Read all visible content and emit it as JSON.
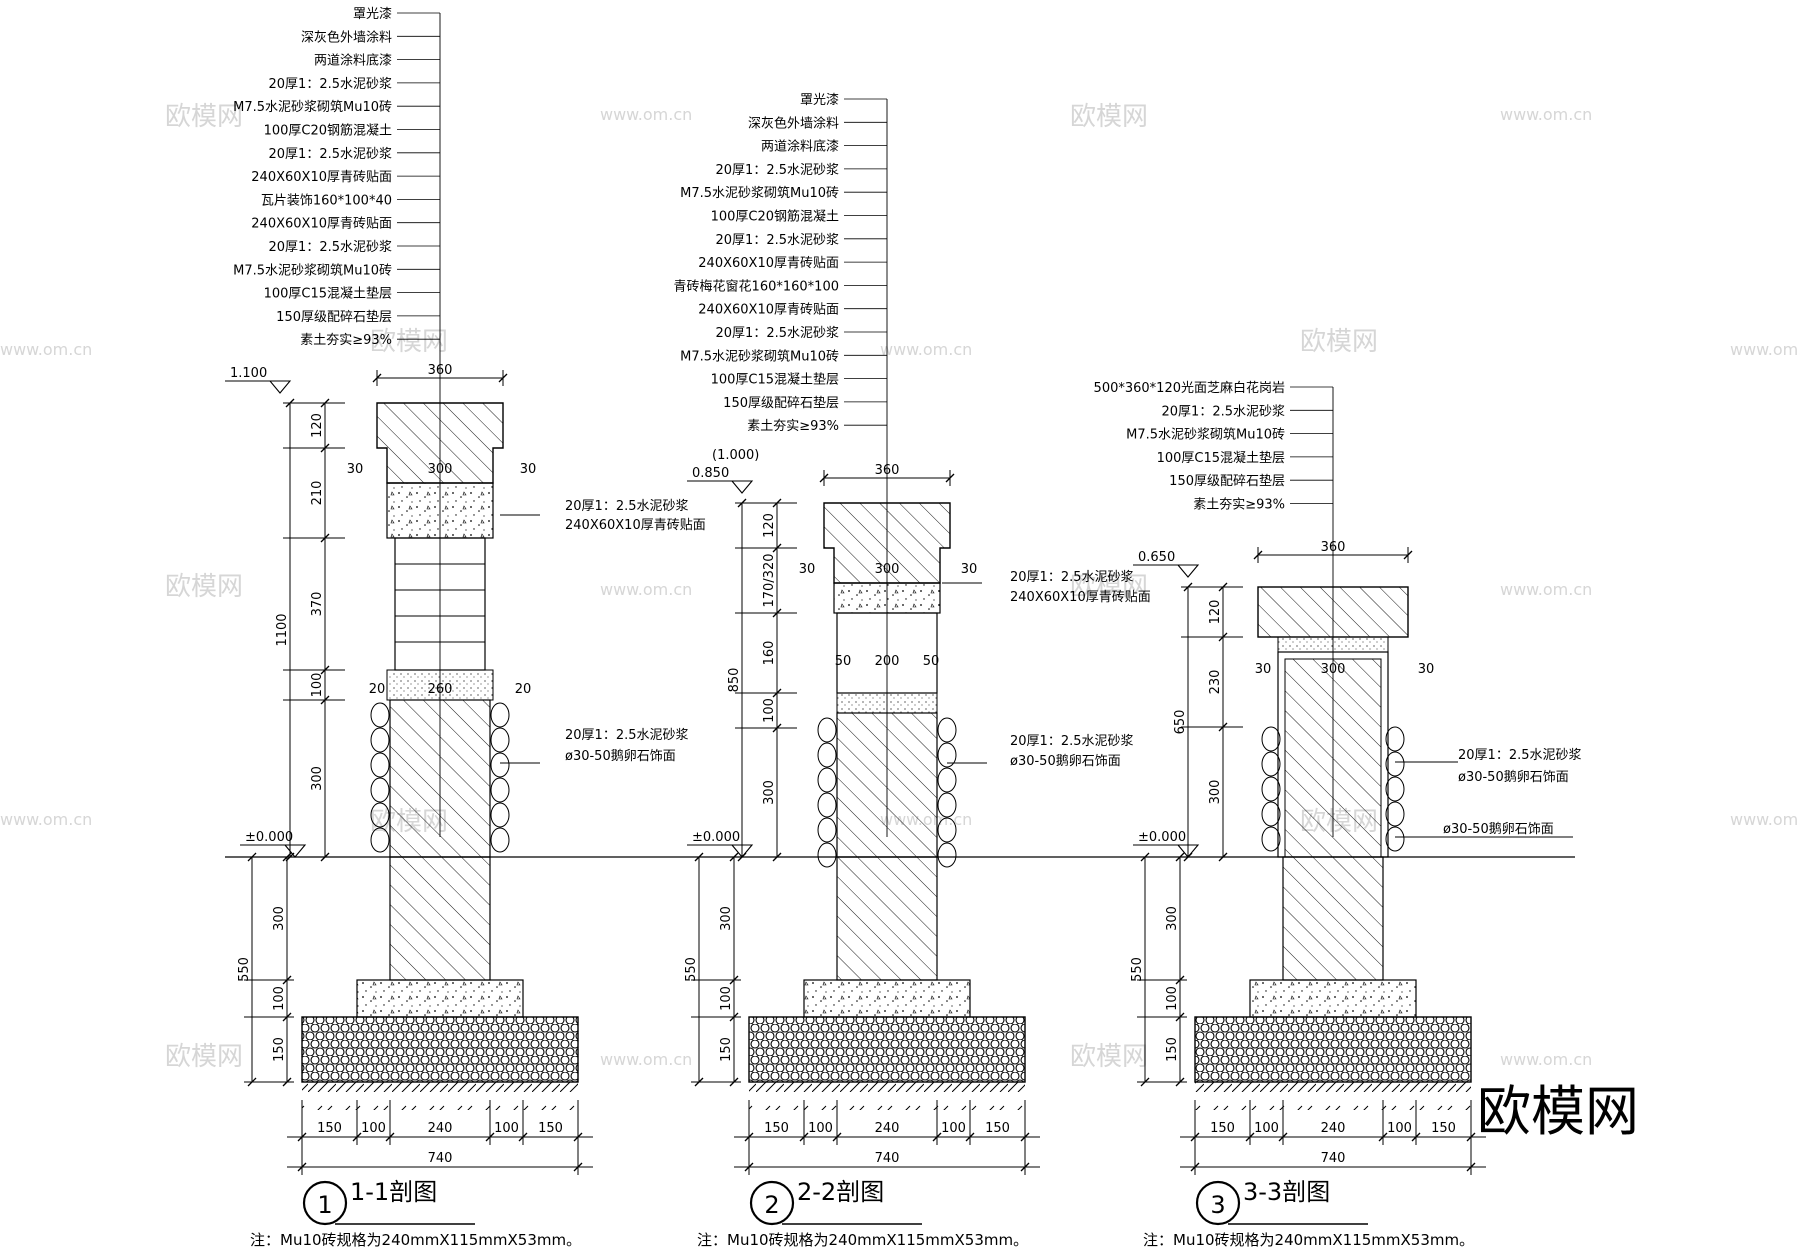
{
  "sections": [
    {
      "id": "s1",
      "title": "1-1剖图",
      "circle_num": "1",
      "note": "注：Mu10砖规格为240mmX115mmX53mm。",
      "top_elev": "1.100",
      "ground_elev": "±0.000",
      "labels": [
        "罩光漆",
        "深灰色外墙涂料",
        "两道涂料底漆",
        "20厚1：2.5水泥砂浆",
        "M7.5水泥砂浆砌筑Mu10砖",
        "100厚C20钢筋混凝土",
        "20厚1：2.5水泥砂浆",
        "240X60X10厚青砖贴面",
        "瓦片装饰160*100*40",
        "240X60X10厚青砖贴面",
        "20厚1：2.5水泥砂浆",
        "M7.5水泥砂浆砌筑Mu10砖",
        "100厚C15混凝土垫层",
        "150厚级配碎石垫层",
        "素土夯实≥93%"
      ],
      "side_labels": [
        [
          "20厚1：2.5水泥砂浆",
          "240X60X10厚青砖贴面"
        ],
        [
          "20厚1：2.5水泥砂浆",
          "ø30-50鹅卵石饰面"
        ]
      ],
      "dims": {
        "top_width": "360",
        "cap_inner": "300",
        "cap_offset": "30",
        "mid_width": "260",
        "mid_offset": "20",
        "total_height": "1100",
        "seg_heights": [
          "120",
          "210",
          "370",
          "100",
          "300"
        ],
        "foot_heights": [
          "550",
          "300",
          "100",
          "150"
        ],
        "base_widths": [
          "150",
          "100",
          "240",
          "100",
          "150"
        ],
        "base_total": "740"
      }
    },
    {
      "id": "s2",
      "title": "2-2剖图",
      "circle_num": "2",
      "note": "注：Mu10砖规格为240mmX115mmX53mm。",
      "top_elev": "0.850",
      "top_elev_alt": "(1.000)",
      "ground_elev": "±0.000",
      "labels": [
        "罩光漆",
        "深灰色外墙涂料",
        "两道涂料底漆",
        "20厚1：2.5水泥砂浆",
        "M7.5水泥砂浆砌筑Mu10砖",
        "100厚C20钢筋混凝土",
        "20厚1：2.5水泥砂浆",
        "240X60X10厚青砖贴面",
        "青砖梅花窗花160*160*100",
        "240X60X10厚青砖贴面",
        "20厚1：2.5水泥砂浆",
        "M7.5水泥砂浆砌筑Mu10砖",
        "100厚C15混凝土垫层",
        "150厚级配碎石垫层",
        "素土夯实≥93%"
      ],
      "side_labels": [
        [
          "20厚1：2.5水泥砂浆",
          "240X60X10厚青砖贴面"
        ],
        [
          "20厚1：2.5水泥砂浆",
          "ø30-50鹅卵石饰面"
        ]
      ],
      "dims": {
        "top_width": "360",
        "cap_inner": "300",
        "cap_offset": "30",
        "mid_width": "200",
        "mid_offset": "50",
        "total_height": "850",
        "seg_heights": [
          "120",
          "170/320",
          "160",
          "100",
          "300"
        ],
        "foot_heights": [
          "550",
          "300",
          "100",
          "150"
        ],
        "base_widths": [
          "150",
          "100",
          "240",
          "100",
          "150"
        ],
        "base_total": "740"
      }
    },
    {
      "id": "s3",
      "title": "3-3剖图",
      "circle_num": "3",
      "note": "注：Mu10砖规格为240mmX115mmX53mm。",
      "top_elev": "0.650",
      "ground_elev": "±0.000",
      "labels": [
        "500*360*120光面芝麻白花岗岩",
        "20厚1：2.5水泥砂浆",
        "M7.5水泥砂浆砌筑Mu10砖",
        "100厚C15混凝土垫层",
        "150厚级配碎石垫层",
        "素土夯实≥93%"
      ],
      "side_labels": [
        [
          "20厚1：2.5水泥砂浆",
          "ø30-50鹅卵石饰面"
        ],
        [
          "ø30-50鹅卵石饰面"
        ]
      ],
      "dims": {
        "top_width": "360",
        "cap_inner": "300",
        "cap_offset": "30",
        "total_height": "650",
        "seg_heights": [
          "120",
          "230",
          "300"
        ],
        "foot_heights": [
          "550",
          "300",
          "100",
          "150"
        ],
        "base_widths": [
          "150",
          "100",
          "240",
          "100",
          "150"
        ],
        "base_total": "740"
      }
    }
  ],
  "watermark": {
    "brand": "欧模网",
    "url": "www.om.cn"
  }
}
